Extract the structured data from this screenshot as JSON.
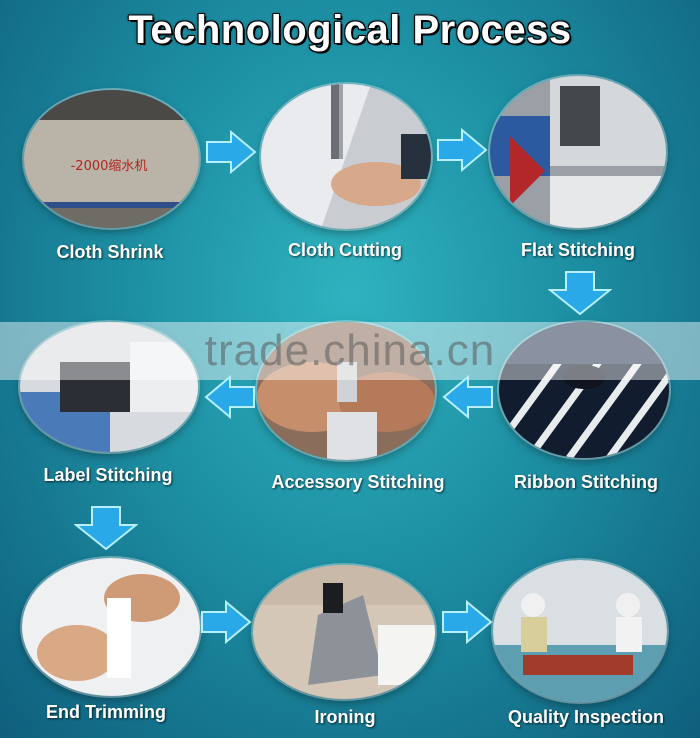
{
  "title": "Technological Process",
  "watermark": "trade.china.cn",
  "steps": [
    {
      "label": "Cloth Shrink",
      "photo_text": "-2000缩水机"
    },
    {
      "label": "Cloth Cutting"
    },
    {
      "label": "Flat Stitching"
    },
    {
      "label": "Ribbon Stitching"
    },
    {
      "label": "Accessory Stitching"
    },
    {
      "label": "Label Stitching"
    },
    {
      "label": "End Trimming"
    },
    {
      "label": "Ironing"
    },
    {
      "label": "Quality Inspection"
    }
  ],
  "colors": {
    "arrow": "#29a9e8",
    "arrow_edge": "#b6f0ff",
    "background_center": "#2fb3bf",
    "background_edge": "#0f5f7c"
  }
}
